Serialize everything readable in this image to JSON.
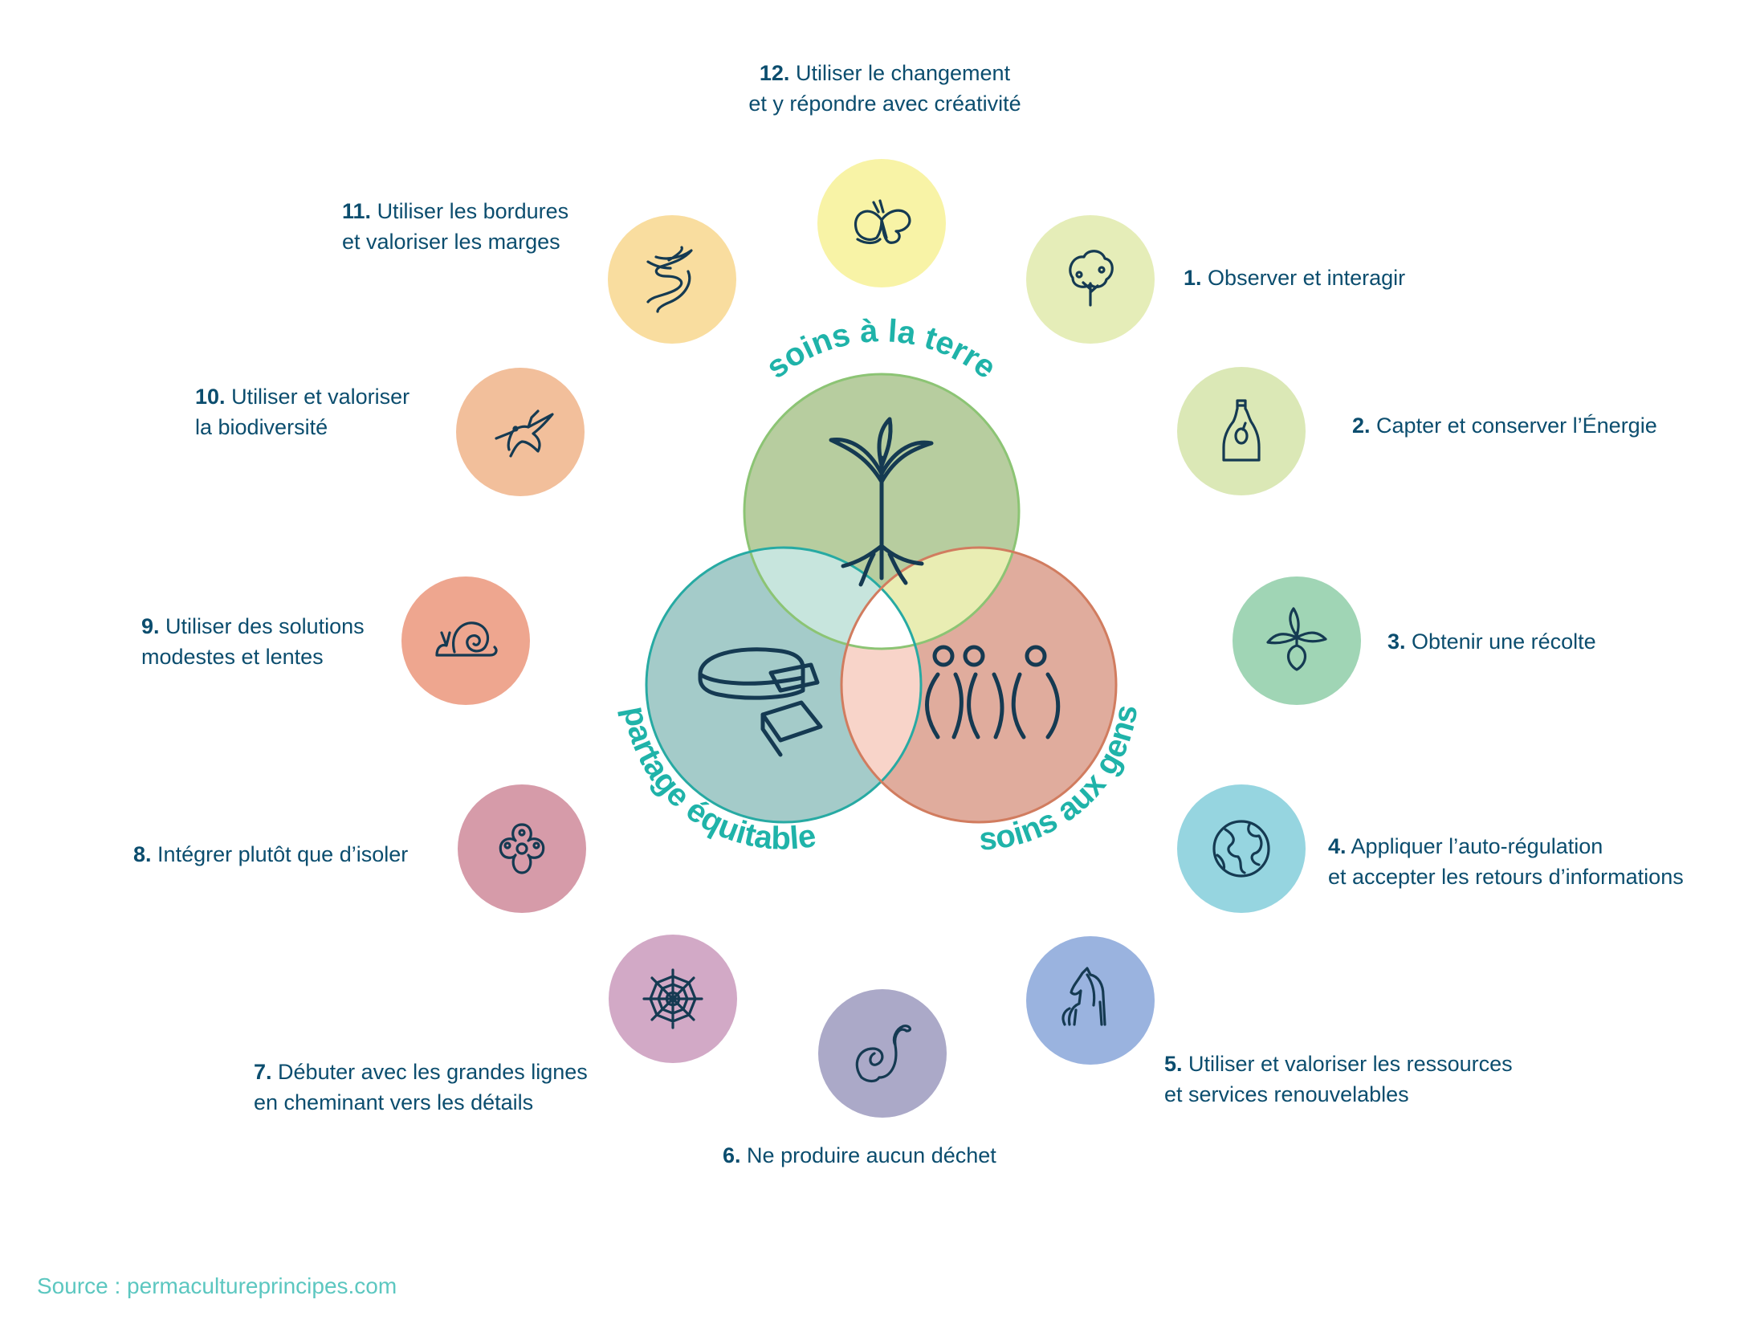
{
  "ethics": {
    "earth": "soins à la terre",
    "people": "soins aux gens",
    "share": "partage équitable"
  },
  "principles": [
    {
      "num": "1.",
      "text": [
        "Observer et interagir"
      ],
      "color": "#e5edb8",
      "icon": "tree-icon"
    },
    {
      "num": "2.",
      "text": [
        "Capter et conserver l’Énergie"
      ],
      "color": "#dbe8b6",
      "icon": "bottle-icon"
    },
    {
      "num": "3.",
      "text": [
        "Obtenir une récolte"
      ],
      "color": "#a0d5b5",
      "icon": "beet-icon"
    },
    {
      "num": "4.",
      "text": [
        "Appliquer l’auto-régulation",
        "et accepter les retours d’informations"
      ],
      "color": "#96d5e0",
      "icon": "globe-icon"
    },
    {
      "num": "5.",
      "text": [
        "Utiliser et valoriser les ressources",
        "et services renouvelables"
      ],
      "color": "#9ab3df",
      "icon": "horse-icon"
    },
    {
      "num": "6.",
      "text": [
        "Ne produire aucun déchet"
      ],
      "color": "#aba9c8",
      "icon": "worm-icon"
    },
    {
      "num": "7.",
      "text": [
        "Débuter avec les grandes lignes",
        "en cheminant vers les détails"
      ],
      "color": "#d2a9c6",
      "icon": "spiderweb-icon"
    },
    {
      "num": "8.",
      "text": [
        "Intégrer plutôt que d’isoler"
      ],
      "color": "#d69ba9",
      "icon": "flower-icon"
    },
    {
      "num": "9.",
      "text": [
        "Utiliser des solutions",
        "modestes et lentes"
      ],
      "color": "#eea68f",
      "icon": "snail-icon"
    },
    {
      "num": "10.",
      "text": [
        "Utiliser et valoriser",
        "la biodiversité"
      ],
      "color": "#f2bf9b",
      "icon": "hummingbird-icon"
    },
    {
      "num": "11.",
      "text": [
        "Utiliser les bordures",
        "et valoriser les marges"
      ],
      "color": "#f9dd9f",
      "icon": "river-icon"
    },
    {
      "num": "12.",
      "text": [
        "Utiliser le changement",
        "et y répondre avec créativité"
      ],
      "color": "#f8f3a6",
      "icon": "butterfly-icon"
    }
  ],
  "colors": {
    "earth_fill": "#b7cd9f",
    "earth_stroke": "#8cc474",
    "share_fill": "#a4cbc9",
    "share_stroke": "#27aaa3",
    "people_fill": "#e0ac9d",
    "people_stroke": "#d17c5f",
    "earth_share": "#c7e5dd",
    "earth_people": "#e9edb3",
    "share_people": "#f8d4c9",
    "center": "#ffffff",
    "text": "#0b4d6e",
    "ethic_text": "#1fb3a9"
  },
  "source": "Source : permacultureprincipes.com"
}
